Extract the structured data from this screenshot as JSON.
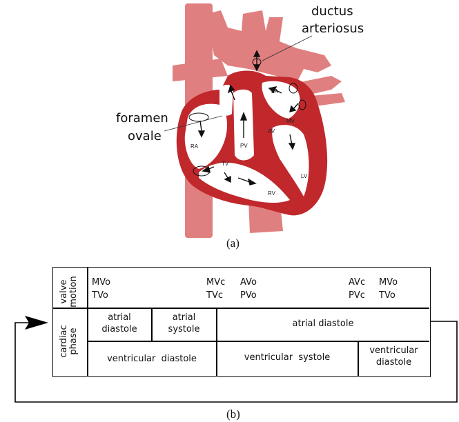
{
  "figure_a": {
    "caption": "(a)",
    "labels": {
      "ductus_line1": "ductus",
      "ductus_line2": "arteriosus",
      "foramen_line1": "foramen",
      "foramen_line2": "ovale"
    },
    "chambers": {
      "la": "LA",
      "ra": "RA",
      "rv": "RV",
      "lv": "LV",
      "av": "AV",
      "pv": "PV",
      "tv": "TV",
      "mv": "MV"
    }
  },
  "figure_b": {
    "caption": "(b)",
    "row_headers": {
      "valve_motion_line1": "valve",
      "valve_motion_line2": "motion",
      "cardiac_phase_line1": "cardiac",
      "cardiac_phase_line2": "phase"
    },
    "valve_events": {
      "g1_line1": "MVo",
      "g1_line2": "TVo",
      "g2_line1": "MVc",
      "g2_line2": "TVc",
      "g3_line1": "AVo",
      "g3_line2": "PVo",
      "g4_line1": "AVc",
      "g4_line2": "PVc",
      "g5_line1": "MVo",
      "g5_line2": "TVo"
    },
    "atrial_row": {
      "c1_line1": "atrial",
      "c1_line2": "diastole",
      "c2_line1": "atrial",
      "c2_line2": "systole",
      "c3": "atrial diastole"
    },
    "ventricular_row": {
      "c1": "ventricular  diastole",
      "c2": "ventricular  systole",
      "c3_line1": "ventricular",
      "c3_line2": "diastole"
    }
  },
  "colors": {
    "vessel_pink": "#e07f7f",
    "muscle_red": "#c0282c",
    "chamber_white": "#ffffff"
  }
}
